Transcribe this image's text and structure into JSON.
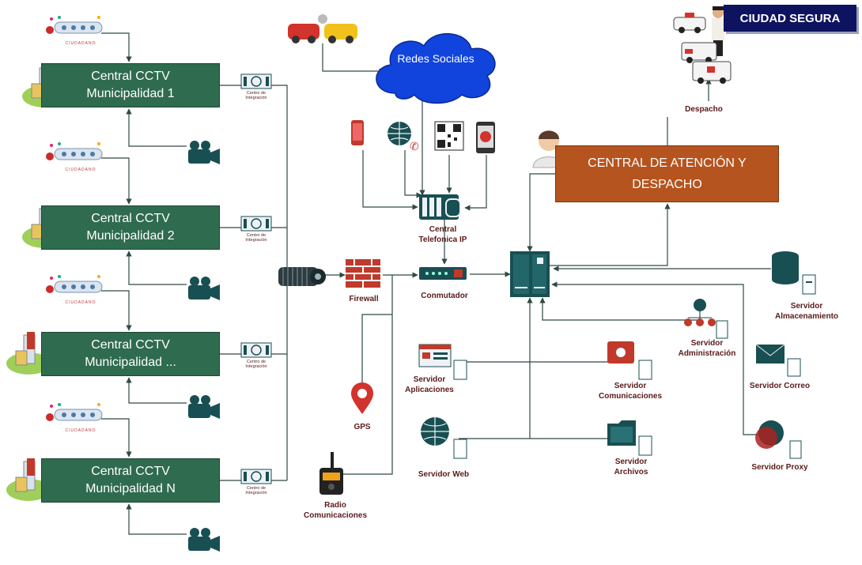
{
  "badge": "CIUDAD SEGURA",
  "cctv_units": [
    {
      "line1": "Central CCTV",
      "line2": "Municipalidad 1"
    },
    {
      "line1": "Central CCTV",
      "line2": "Municipalidad 2"
    },
    {
      "line1": "Central CCTV",
      "line2": "Municipalidad ..."
    },
    {
      "line1": "Central CCTV",
      "line2": "Municipalidad N"
    }
  ],
  "ciudadano_label": "CIUDADANO",
  "concentrador_line1": "Centro de",
  "concentrador_line2": "Integración",
  "redes_sociales": "Redes Sociales",
  "central_atencion": {
    "line1": "CENTRAL DE ATENCIÓN Y",
    "line2": "DESPACHO"
  },
  "despacho": "Despacho",
  "central_telefonica": {
    "line1": "Central",
    "line2": "Telefonica IP"
  },
  "firewall": "Firewall",
  "conmutador": "Conmutador",
  "gps": "GPS",
  "radio": {
    "line1": "Radio",
    "line2": "Comunicaciones"
  },
  "servers": {
    "almacenamiento": {
      "line1": "Servidor",
      "line2": "Almacenamiento"
    },
    "administracion": {
      "line1": "Servidor",
      "line2": "Administración"
    },
    "correo": "Servidor Correo",
    "proxy": "Servidor Proxy",
    "aplicaciones": {
      "line1": "Servidor",
      "line2": "Aplicaciones"
    },
    "comunicaciones": {
      "line1": "Servidor",
      "line2": "Comunicaciones"
    },
    "web": "Servidor Web",
    "archivos": {
      "line1": "Servidor",
      "line2": "Archivos"
    }
  },
  "colors": {
    "cctv_box": "#2f6b4f",
    "central_box": "#b5541e",
    "badge": "#0e1360",
    "cloud": "#1144dd",
    "icon_teal": "#184f52",
    "line": "#2e4a44"
  }
}
